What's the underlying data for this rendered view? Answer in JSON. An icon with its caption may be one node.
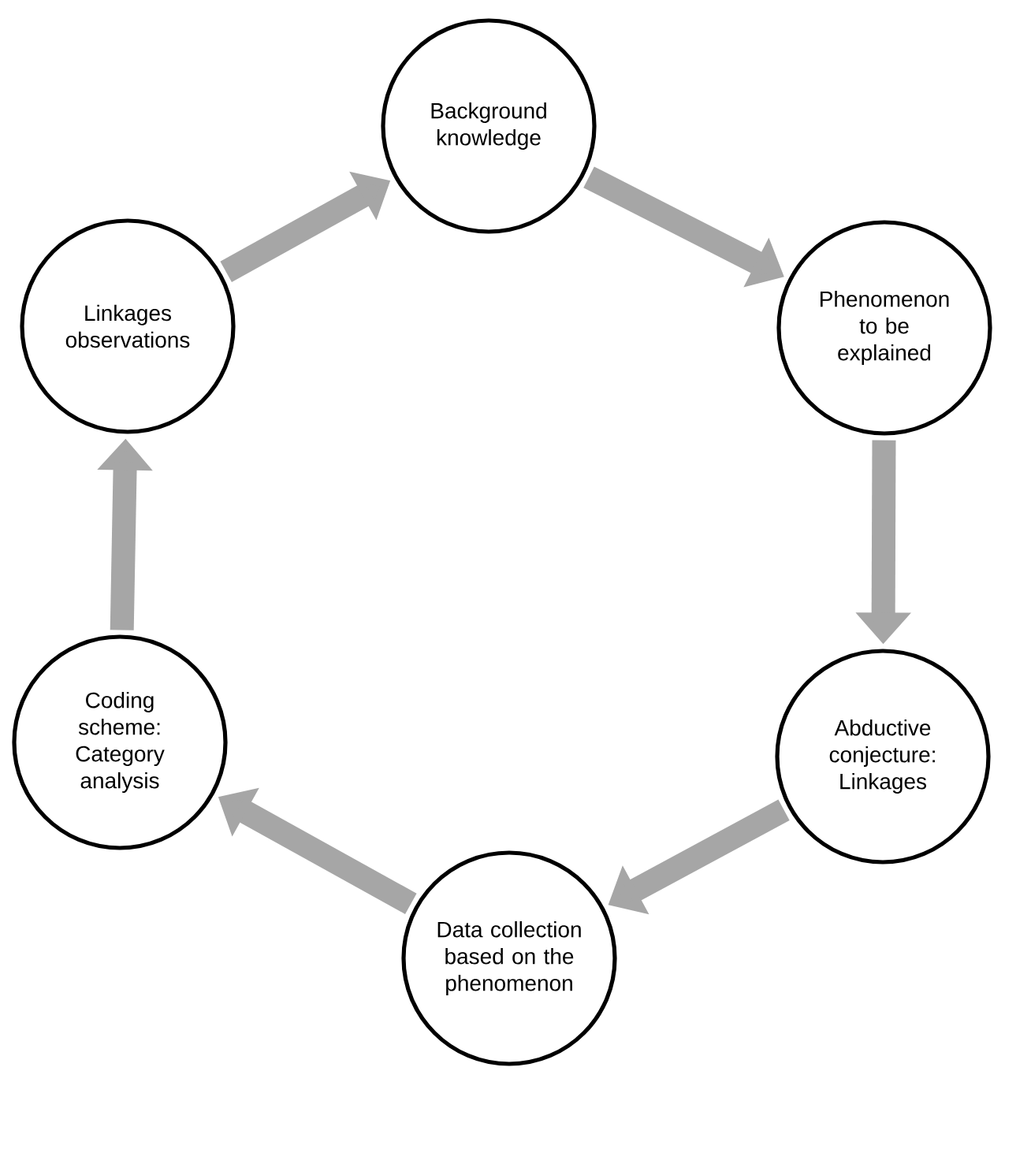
{
  "diagram": {
    "nodes": [
      {
        "text": [
          "Background knowledge"
        ]
      },
      {
        "text": [
          "Phenomenon to be explained"
        ]
      },
      {
        "text": [
          "Abductive conjecture: Linkages"
        ]
      },
      {
        "text": [
          "Data collection based on the phenomenon"
        ]
      },
      {
        "text": [
          "Coding scheme: Category analysis"
        ]
      },
      {
        "text": [
          "Linkages observations"
        ]
      }
    ],
    "edges": [
      {
        "from": 0,
        "to": 1,
        "arrow": "to"
      },
      {
        "from": 1,
        "to": 2,
        "arrow": "to"
      },
      {
        "from": 2,
        "to": 3,
        "arrow": "to"
      },
      {
        "from": 3,
        "to": 4,
        "arrow": "to"
      },
      {
        "from": 4,
        "to": 5,
        "arrow": "to"
      },
      {
        "from": 5,
        "to": 0,
        "arrow": "to"
      }
    ]
  }
}
